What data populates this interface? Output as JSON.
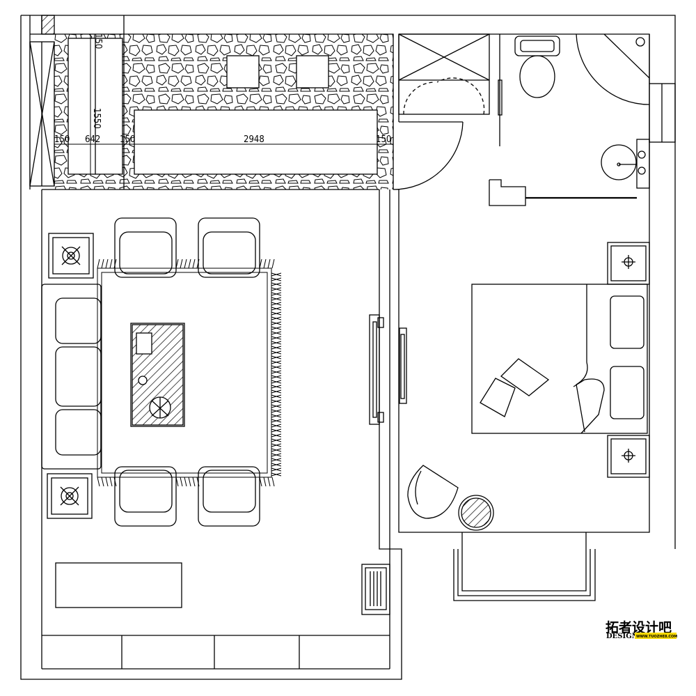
{
  "dimensions": {
    "bar_height": "1550",
    "bar_depth": "150",
    "left_margin": "150",
    "bar_width": "642",
    "gap": "150",
    "counter_length": "2948",
    "right_margin": "150"
  },
  "watermark": {
    "brand_cn": "拓者设计吧",
    "brand_en": "DESIGN",
    "url": "WWW.TUOZHE8.COM"
  },
  "colors": {
    "line": "#000000",
    "background": "#ffffff",
    "watermark_badge": "#f5d800"
  }
}
